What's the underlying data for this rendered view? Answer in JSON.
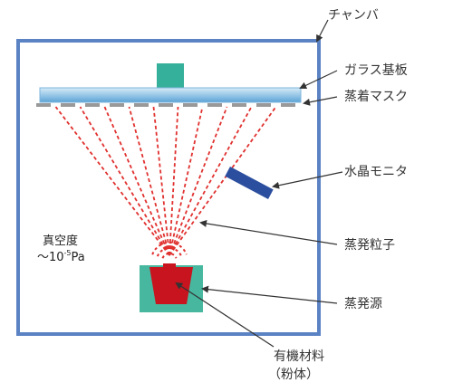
{
  "labels": {
    "chamber": "チャンバ",
    "glass_substrate": "ガラス基板",
    "deposition_mask": "蒸着マスク",
    "crystal_monitor": "水晶モニタ",
    "evaporated_particles": "蒸発粒子",
    "evaporation_source": "蒸発源",
    "organic_material_line1": "有機材料",
    "organic_material_line2": "（粉体）",
    "vacuum_line1": "真空度",
    "vacuum_prefix": "～10",
    "vacuum_exponent": "-5",
    "vacuum_unit": "Pa"
  },
  "colors": {
    "chamber_wall": "#5b83c4",
    "substrate_top": "#d6ebf8",
    "substrate_bottom": "#5ba3d6",
    "holder": "#35b09a",
    "mask": "#999999",
    "monitor": "#2b4e9e",
    "particles": "#e0312f",
    "source_body": "#47b89f",
    "material": "#c8141e",
    "leader": "#333333"
  }
}
